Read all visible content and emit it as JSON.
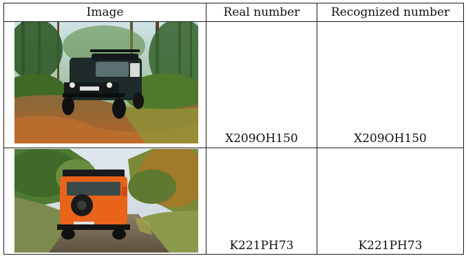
{
  "table": {
    "headers": {
      "image": "Image",
      "real": "Real number",
      "recognized": "Recognized number"
    },
    "rows": [
      {
        "photo_icon": "suv-forest-front-photo",
        "real_number": "X209OH150",
        "recognized_number": "X209OH150"
      },
      {
        "photo_icon": "suv-muddy-road-rear-photo",
        "real_number": "K221PH73",
        "recognized_number": "K221PH73"
      }
    ]
  }
}
